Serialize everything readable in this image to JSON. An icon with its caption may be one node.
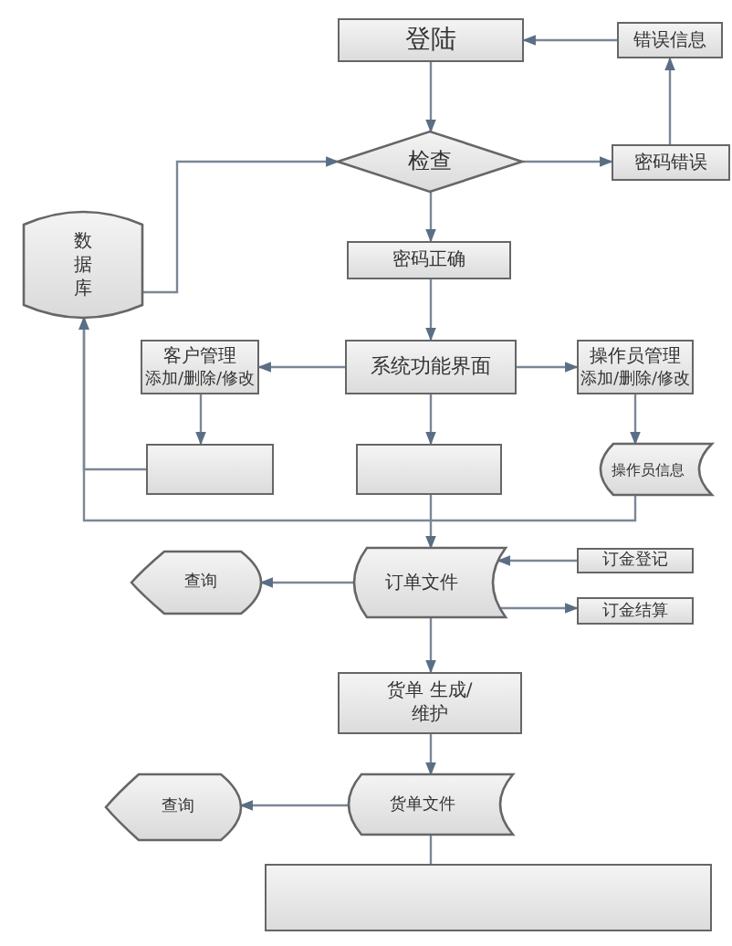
{
  "diagram": {
    "nodes": [
      {
        "text": [
          "登陆"
        ]
      },
      {
        "text": [
          "错误信息"
        ]
      },
      {
        "text": [
          "检查"
        ]
      },
      {
        "text": [
          "密码错误"
        ]
      },
      {
        "text": [
          "数据库"
        ]
      },
      {
        "text": [
          "密码正确"
        ]
      },
      {
        "text": [
          "客户管理",
          "添加/删除/修改"
        ]
      },
      {
        "text": [
          "系统功能界面"
        ]
      },
      {
        "text": [
          "操作员管理",
          "添加/删除/修改"
        ]
      },
      {
        "text": [],
        "shape": "box"
      },
      {
        "text": [],
        "shape": "box"
      },
      {
        "text": [
          "操作员信息"
        ]
      },
      {
        "text": [
          "查询"
        ]
      },
      {
        "text": [
          "订单文件"
        ]
      },
      {
        "text": [
          "订金登记"
        ]
      },
      {
        "text": [
          "订金结算"
        ]
      },
      {
        "text": [
          "货单 生成/维护"
        ]
      },
      {
        "text": [
          "查询"
        ]
      },
      {
        "text": [
          "货单文件"
        ]
      },
      {
        "text": [],
        "shape": "box"
      }
    ],
    "edges": [
      {
        "from": 0,
        "to": 2,
        "arrow": "to"
      },
      {
        "from": 2,
        "to": 3,
        "arrow": "to"
      },
      {
        "from": 3,
        "to": 1,
        "arrow": "to"
      },
      {
        "from": 1,
        "to": 0,
        "arrow": "to"
      },
      {
        "from": 4,
        "to": 2,
        "arrow": "to"
      },
      {
        "from": 2,
        "to": 5,
        "arrow": "to"
      },
      {
        "from": 5,
        "to": 7,
        "arrow": "to"
      },
      {
        "from": 7,
        "to": 6,
        "arrow": "to"
      },
      {
        "from": 7,
        "to": 8,
        "arrow": "to"
      },
      {
        "from": 6,
        "to": 9,
        "arrow": "to"
      },
      {
        "from": 7,
        "to": 10,
        "arrow": "to"
      },
      {
        "from": 8,
        "to": 11,
        "arrow": "to"
      },
      {
        "from": 9,
        "to": 4,
        "arrow": "to"
      },
      {
        "from": 11,
        "to": 4,
        "arrow": "to"
      },
      {
        "from": 10,
        "to": 13,
        "arrow": "to"
      },
      {
        "from": 13,
        "to": 12,
        "arrow": "to"
      },
      {
        "from": 14,
        "to": 13,
        "arrow": "to"
      },
      {
        "from": 13,
        "to": 15,
        "arrow": "to"
      },
      {
        "from": 13,
        "to": 16,
        "arrow": "to"
      },
      {
        "from": 16,
        "to": 18,
        "arrow": "to"
      },
      {
        "from": 18,
        "to": 17,
        "arrow": "to"
      },
      {
        "from": 18,
        "to": 19,
        "arrow": "none"
      }
    ]
  }
}
